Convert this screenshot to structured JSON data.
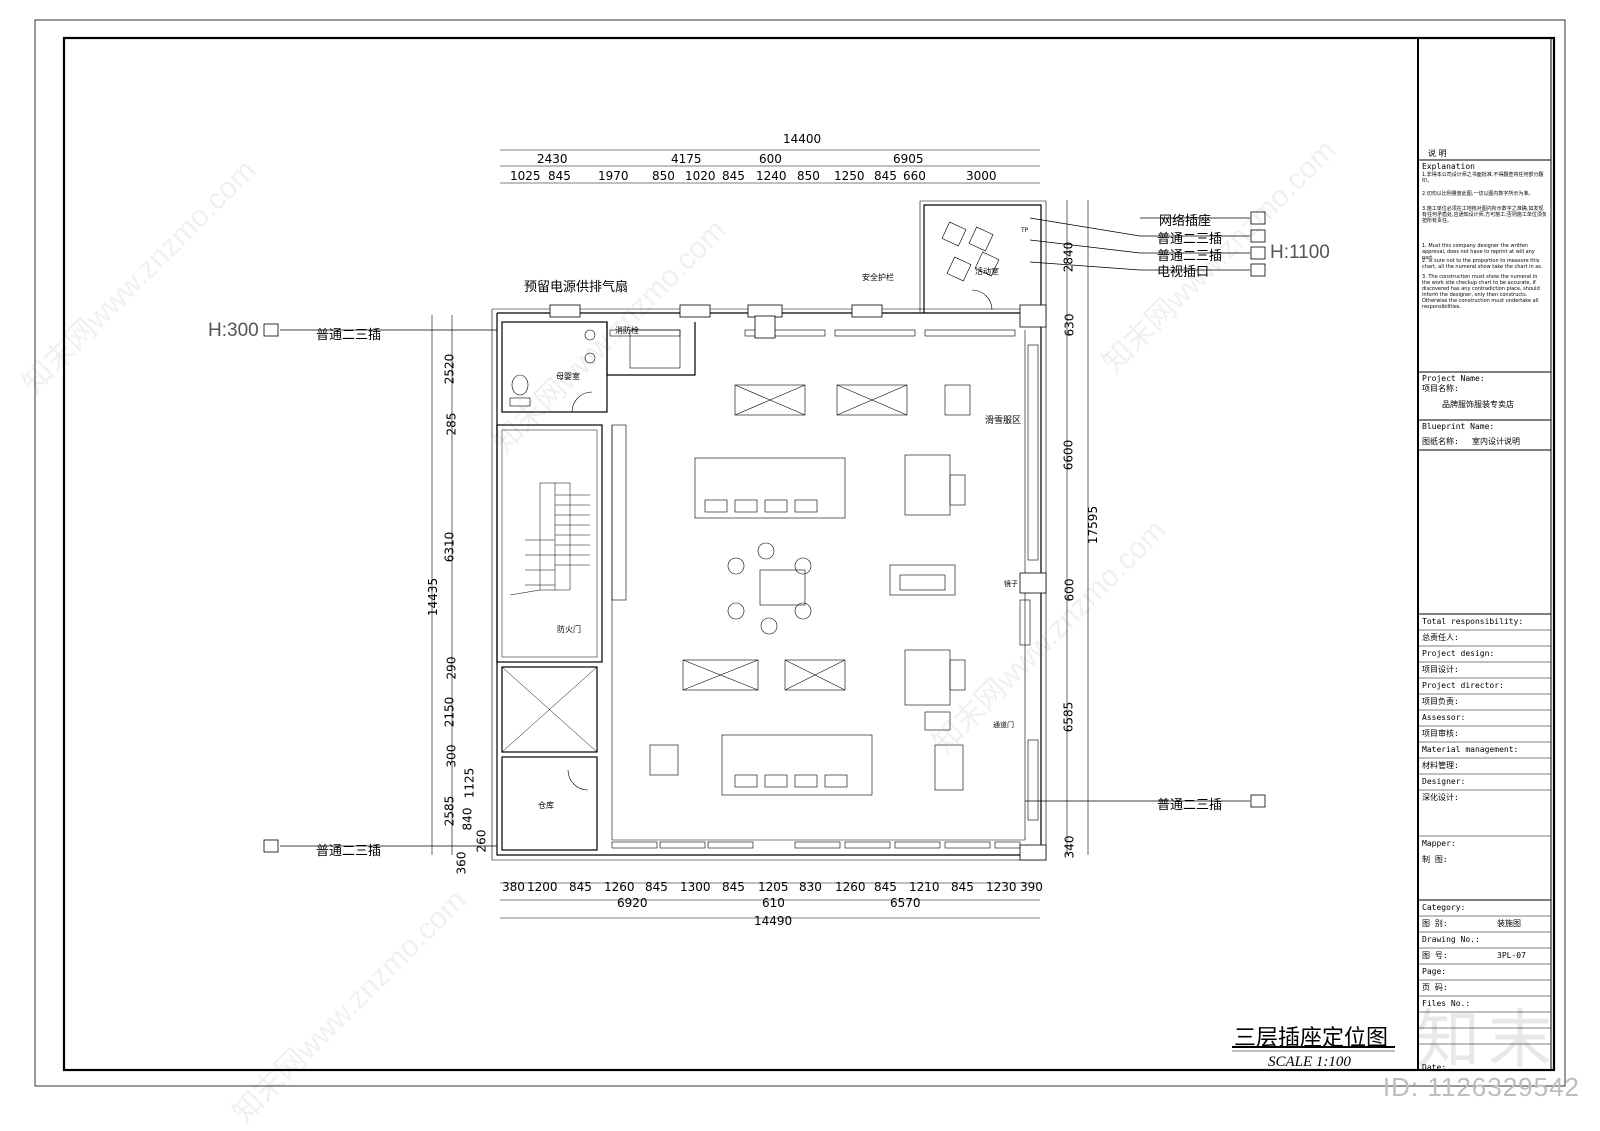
{
  "title": "三层插座定位图",
  "scale": "SCALE  1:100",
  "watermark": "知末网www.znzmo.com",
  "brand_mark": "知末",
  "id_text": "ID: 1126329542",
  "top_dims": {
    "total": "14400",
    "row1": [
      "2430",
      "4175",
      "600",
      "6905"
    ],
    "row2": [
      "1025",
      "845",
      "1970",
      "850",
      "1020",
      "845",
      "1240",
      "850",
      "1250",
      "845",
      "660",
      "3000"
    ]
  },
  "bottom_dims": {
    "total": "14490",
    "row1": [
      "6920",
      "610",
      "6570"
    ],
    "row2": [
      "380",
      "1200",
      "845",
      "1260",
      "845",
      "1300",
      "845",
      "1205",
      "830",
      "1260",
      "845",
      "1210",
      "845",
      "1230",
      "390"
    ]
  },
  "left_dims": {
    "total": "14435",
    "parts": [
      "2520",
      "285",
      "6310",
      "290",
      "2150",
      "300",
      "1125",
      "2585",
      "840",
      "260",
      "360"
    ]
  },
  "right_dims": {
    "total": "17595",
    "parts": [
      "2840",
      "630",
      "6600",
      "600",
      "6585",
      "340"
    ]
  },
  "rooms": {
    "fan_note": "预留电源供排气扇",
    "mother_room": "母婴室",
    "fire_hydrant": "消防栓",
    "guardrail": "安全护栏",
    "activity_room": "活动室",
    "ski_area": "滑雪服区",
    "mirror": "镜子",
    "fire_door": "防火门",
    "aisle_door": "通道门",
    "warehouse": "仓库",
    "tp": "TP"
  },
  "legend": {
    "network": "网络插座",
    "normal1": "普通二三插",
    "normal2": "普通二三插",
    "tv": "电视插口",
    "h1100": "H:1100",
    "h300": "H:300",
    "left_top": "普通二三插",
    "left_bottom": "普通二三插",
    "right_bottom": "普通二三插"
  },
  "title_block": {
    "explain_cn": "说    明",
    "explain_en": "Explanation",
    "notes": [
      "1.非得本公司设计师之书面批准,不得翻查将任何部分翻印。",
      "2.切勿以比例量度此图,一切以图内数字所示为准。",
      "3.施工单位必须在工地核对图内所示数字之准确,如发现有任何矛盾处,应通知设计师,方可施工;否则施工单位须负担所有责任。",
      "1. Must this company designer the written approval, does not have to reprint at will any part.",
      "2. Is sure not to the proportion to measure this chart, all the numeral show take the chart in as.",
      "3. The construction must show the numeral in the work site checkup chart to be accurate, if discovered has any contradiction place, should inform the designer, only then constructs. Otherwise the construction must undertake all responsibilities."
    ],
    "project_name_en": "Project Name:",
    "project_name_cn": "项目名称:",
    "project_name_val": "品牌服饰服装专卖店",
    "blueprint_en": "Blueprint Name:",
    "blueprint_cn": "图纸名称:",
    "blueprint_val": "室内设计说明",
    "total_resp_en": "Total responsibility:",
    "total_resp_cn": "总责任人:",
    "proj_design_en": "Project design:",
    "proj_design_cn": "项目设计:",
    "proj_director_en": "Project director:",
    "proj_director_cn": "项目负责:",
    "assessor_en": "Assessor:",
    "assessor_cn": "项目审核:",
    "material_en": "Material management:",
    "material_cn": "材料管理:",
    "designer_en": "Designer:",
    "designer_cn": "深化设计:",
    "mapper_en": "Mapper:",
    "mapper_cn": "制    图:",
    "category_en": "Category:",
    "category_cn": "图    别:",
    "category_val": "装施图",
    "drawing_no_en": "Drawing No.:",
    "drawing_no_cn": "图    号:",
    "drawing_no_val": "3PL-07",
    "page_en": "Page:",
    "page_cn": "页    码:",
    "files_en": "Files No.:",
    "date_en": "Date:"
  }
}
